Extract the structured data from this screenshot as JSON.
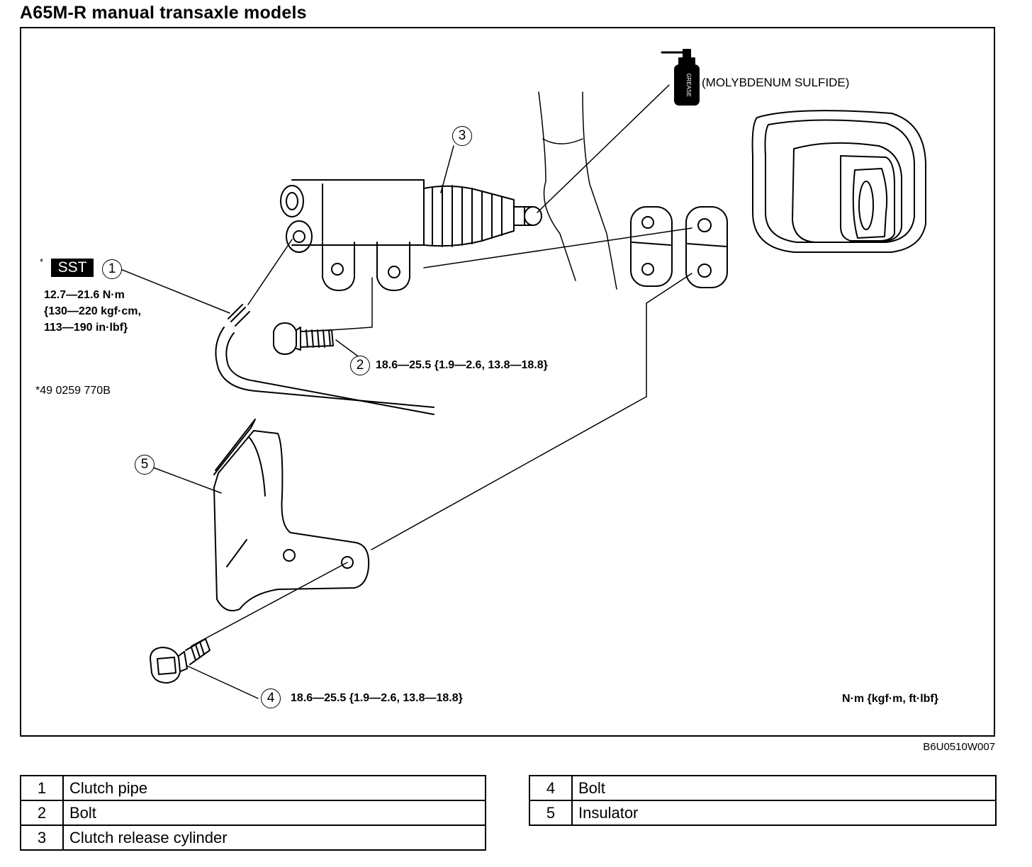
{
  "title": "A65M-R manual transaxle models",
  "grease": {
    "label": "(MOLYBDENUM SULFIDE)",
    "can_text": "GREASE"
  },
  "sst": {
    "asterisk": "*",
    "badge": "SST",
    "note": "*49 0259 770B"
  },
  "callouts": {
    "c1": "1",
    "c2": "2",
    "c3": "3",
    "c4": "4",
    "c5": "5"
  },
  "torques": {
    "t1_line1": "12.7—21.6 N·m",
    "t1_line2": "{130—220 kgf·cm,",
    "t1_line3": "113—190 in·lbf}",
    "t2": "18.6—25.5 {1.9—2.6, 13.8—18.8}",
    "t4": "18.6—25.5 {1.9—2.6, 13.8—18.8}"
  },
  "units": "N·m {kgf·m, ft·lbf}",
  "figure_code": "B6U0510W007",
  "parts_left": [
    {
      "no": "1",
      "name": "Clutch pipe"
    },
    {
      "no": "2",
      "name": "Bolt"
    },
    {
      "no": "3",
      "name": "Clutch release cylinder"
    }
  ],
  "parts_right": [
    {
      "no": "4",
      "name": "Bolt"
    },
    {
      "no": "5",
      "name": "Insulator"
    }
  ]
}
